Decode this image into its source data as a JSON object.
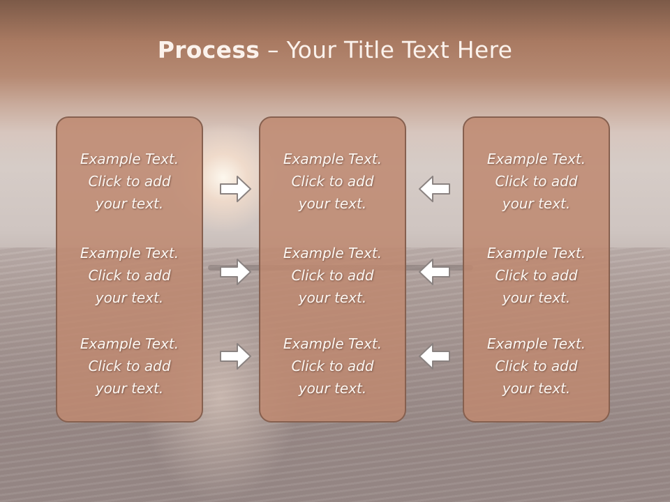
{
  "title": {
    "bold": "Process",
    "rest": " – Your Title Text Here"
  },
  "columns": [
    {
      "items": [
        {
          "lines": [
            "Example Text.",
            "Click  to add",
            "your text."
          ]
        },
        {
          "lines": [
            "Example Text.",
            "Click  to add",
            "your text."
          ]
        },
        {
          "lines": [
            "Example Text.",
            "Click  to add",
            "your text."
          ]
        }
      ]
    },
    {
      "items": [
        {
          "lines": [
            "Example Text.",
            "Click  to add",
            "your text."
          ]
        },
        {
          "lines": [
            "Example Text.",
            "Click  to add",
            "your text."
          ]
        },
        {
          "lines": [
            "Example Text.",
            "Click  to add",
            "your text."
          ]
        }
      ]
    },
    {
      "items": [
        {
          "lines": [
            "Example Text.",
            "Click  to add",
            "your text."
          ]
        },
        {
          "lines": [
            "Example Text.",
            "Click  to add",
            "your text."
          ]
        },
        {
          "lines": [
            "Example Text.",
            "Click  to add",
            "your text."
          ]
        }
      ]
    }
  ],
  "arrows": {
    "left_group": {
      "icon": "arrow-right-icon",
      "count": 3
    },
    "right_group": {
      "icon": "arrow-left-icon",
      "count": 3
    }
  },
  "colors": {
    "box_fill": "#be8870",
    "box_border": "#86604f",
    "text": "#fdf7f2",
    "arrow_fill": "#ffffff",
    "arrow_stroke": "#8a8280"
  }
}
